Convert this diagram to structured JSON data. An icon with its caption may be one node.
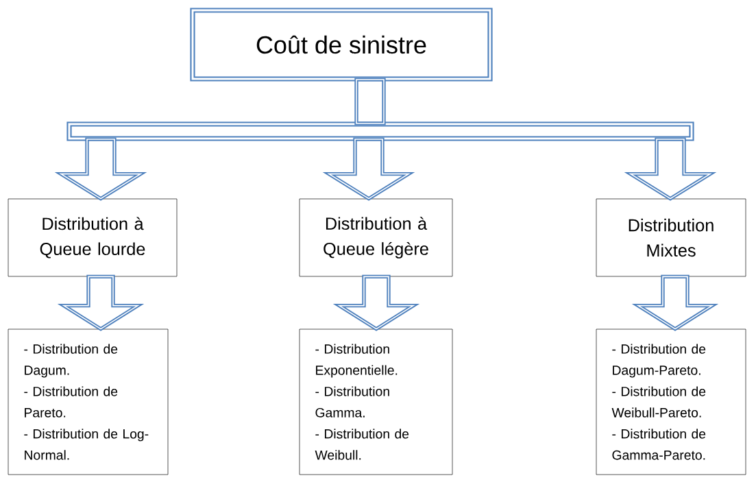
{
  "diagram": {
    "nodes": [
      {
        "text": [
          "Coût de sinistre"
        ]
      },
      {
        "text": [],
        "shape": "bar"
      },
      {
        "text": [
          "Distribution à Queue lourde"
        ]
      },
      {
        "text": [
          "Distribution à Queue légère"
        ]
      },
      {
        "text": [
          "Distribution Mixtes"
        ]
      },
      {
        "text": [
          "- Distribution de Dagum.",
          "- Distribution de Pareto.",
          "- Distribution de Log-Normal."
        ]
      },
      {
        "text": [
          "- Distribution Exponentielle.",
          "- Distribution Gamma.",
          "- Distribution de Weibull."
        ]
      },
      {
        "text": [
          "- Distribution de Dagum-Pareto.",
          "- Distribution de Weibull-Pareto.",
          "- Distribution de Gamma-Pareto."
        ]
      }
    ],
    "edges": [
      {
        "from": 0,
        "to": 1,
        "arrow": "none"
      },
      {
        "from": 1,
        "to": 2,
        "arrow": "to"
      },
      {
        "from": 1,
        "to": 3,
        "arrow": "to"
      },
      {
        "from": 1,
        "to": 4,
        "arrow": "to"
      },
      {
        "from": 2,
        "to": 5,
        "arrow": "to"
      },
      {
        "from": 3,
        "to": 6,
        "arrow": "to"
      },
      {
        "from": 4,
        "to": 7,
        "arrow": "to"
      }
    ]
  }
}
